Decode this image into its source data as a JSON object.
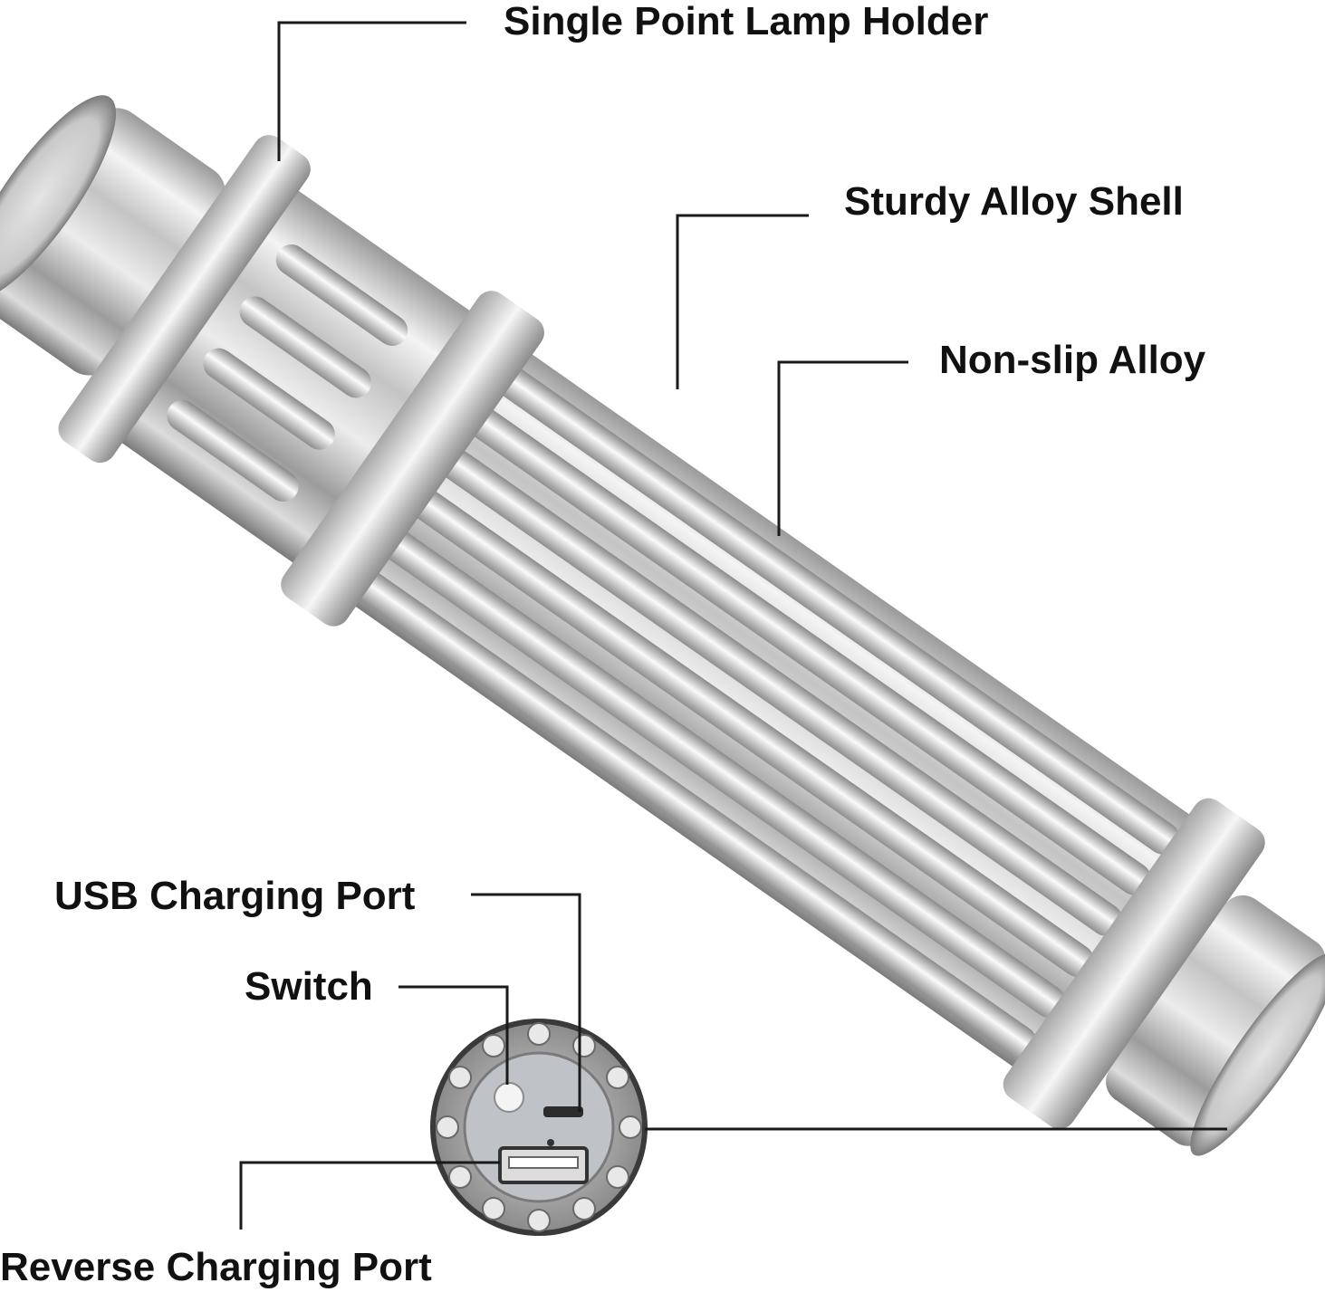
{
  "callouts": {
    "lamp_holder": "Single Point Lamp Holder",
    "alloy_shell": "Sturdy Alloy Shell",
    "non_slip": "Non-slip Alloy",
    "usb_port": "USB Charging Port",
    "switch": "Switch",
    "reverse_port": "Reverse Charging Port"
  },
  "colors": {
    "metal_light": "#f2f2f2",
    "metal_mid": "#b8b8b8",
    "metal_dark": "#6e6e6e",
    "callout_line": "#1a1a1a",
    "text": "#111111"
  }
}
